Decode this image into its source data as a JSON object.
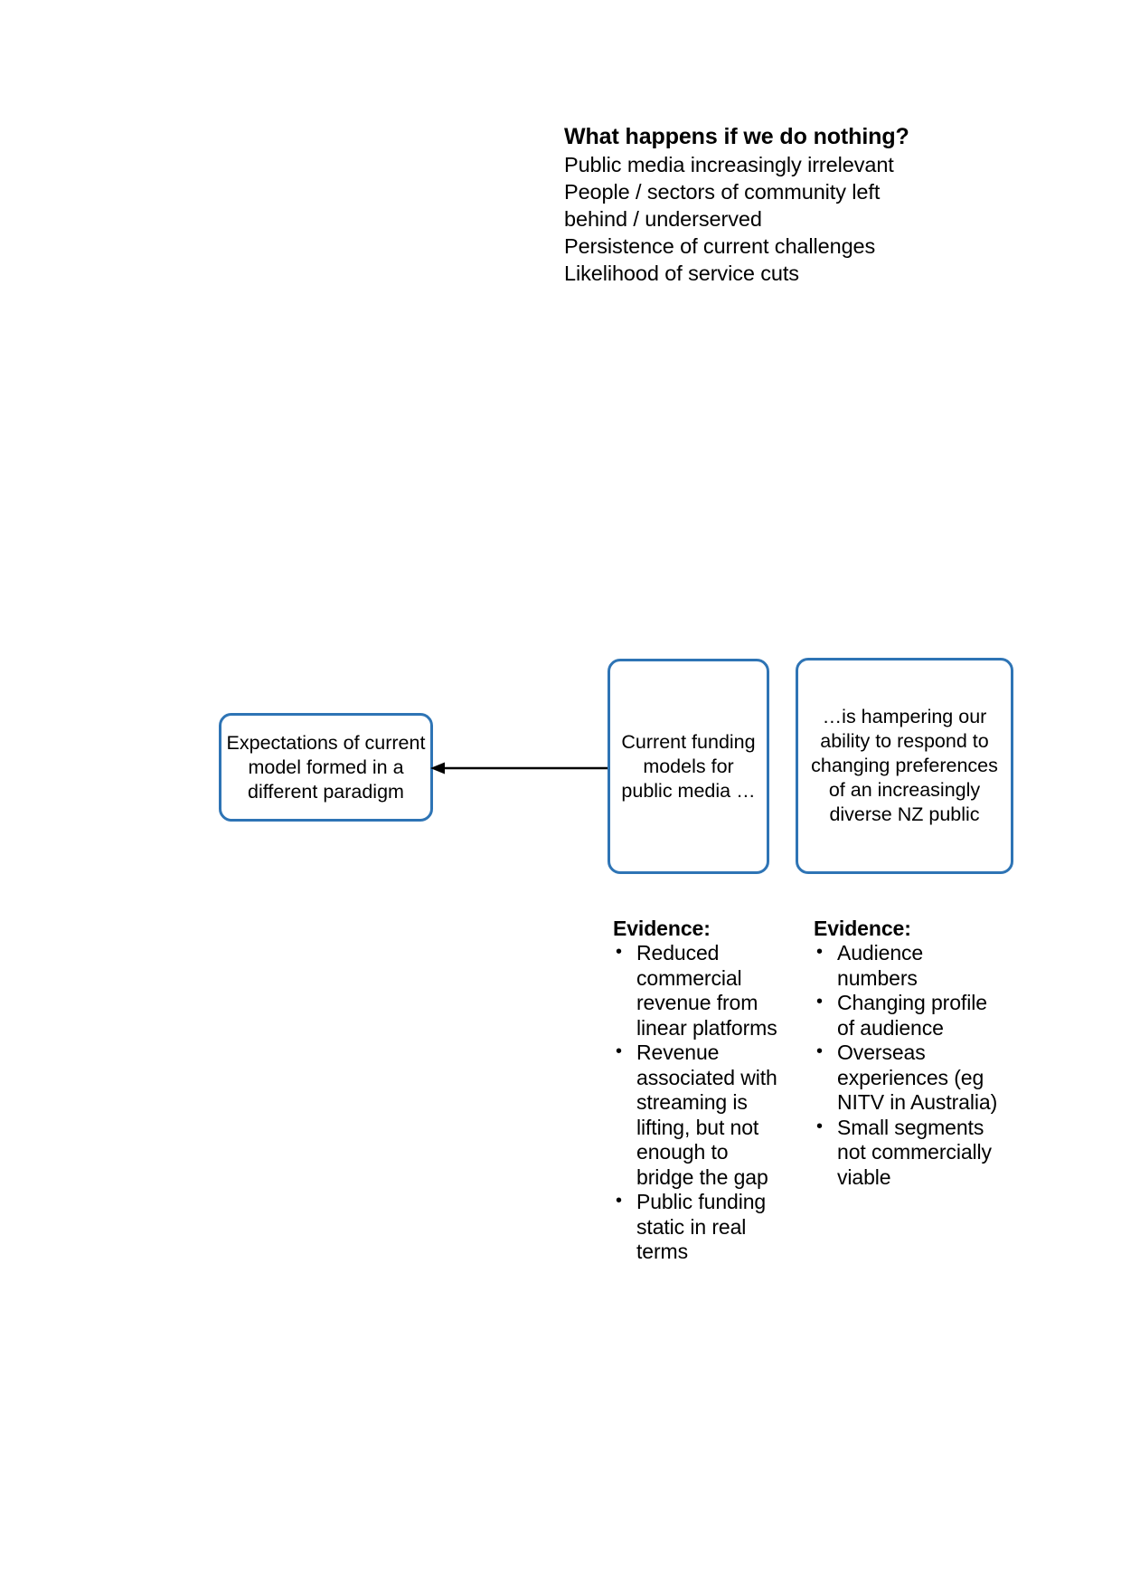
{
  "header": {
    "title": "What happens if we do nothing?",
    "lines": [
      "Public media increasingly irrelevant",
      "People / sectors of community  left",
      "behind / underserved",
      "Persistence of current challenges",
      "Likelihood of service cuts"
    ]
  },
  "diagram": {
    "accent_color": "#2E74B5",
    "boxes": {
      "expectations": "Expectations of current model formed in a different paradigm",
      "current_funding": "Current funding models for public media …",
      "hampering": "…is hampering our ability to respond to changing preferences of an increasingly diverse NZ public"
    },
    "arrow": {
      "name": "left-arrow-connector",
      "direction": "left",
      "from": "current_funding",
      "to": "expectations"
    }
  },
  "evidence": {
    "funding": {
      "heading": "Evidence:",
      "items": [
        "Reduced commercial revenue from linear platforms",
        "Revenue associated with streaming is lifting, but not enough to bridge the gap",
        "Public funding static in real terms"
      ]
    },
    "audience": {
      "heading": "Evidence:",
      "items": [
        "Audience numbers",
        "Changing profile of audience",
        "Overseas experiences (eg NITV in Australia)",
        "Small segments not commercially viable"
      ]
    }
  },
  "bullet_glyph": "•"
}
